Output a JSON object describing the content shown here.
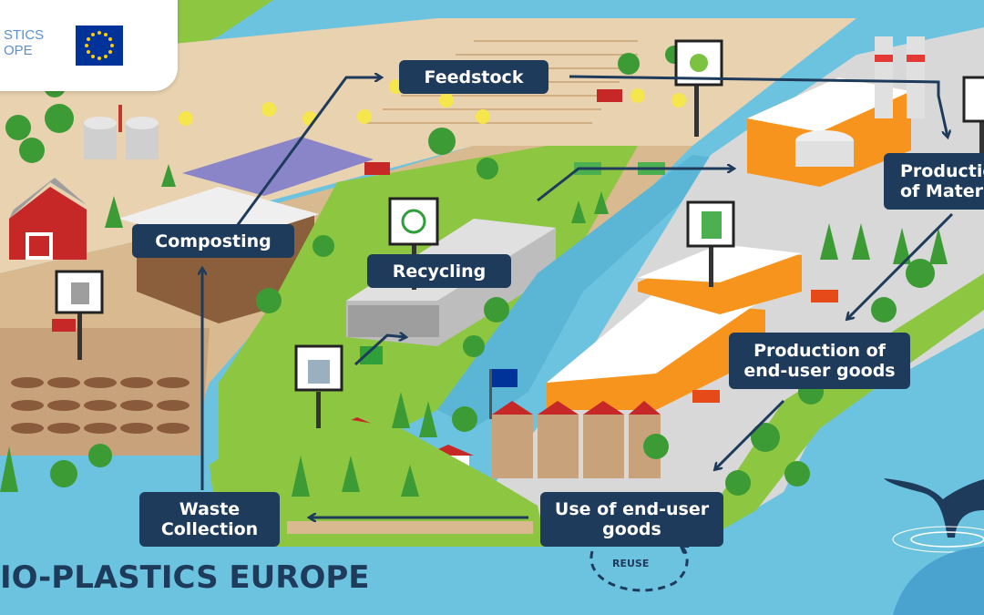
{
  "logo": {
    "line1": "STICS",
    "line2": "OPE"
  },
  "title": "IO-PLASTICS EUROPE",
  "stages": {
    "feedstock": "Feedstock",
    "production_material": "Productio\nof Mater",
    "production_goods": "Production of\nend-user goods",
    "use_goods": "Use of end-user\ngoods",
    "waste_collection": "Waste\nCollection",
    "composting": "Composting",
    "recycling": "Recycling"
  },
  "reuse": "REUSE",
  "colors": {
    "label_bg": "#1f3b5c",
    "water": "#6cc3df",
    "grass": "#7cc242",
    "factory_orange": "#f7941d",
    "eu_blue": "#003399",
    "eu_star": "#ffcc00"
  }
}
